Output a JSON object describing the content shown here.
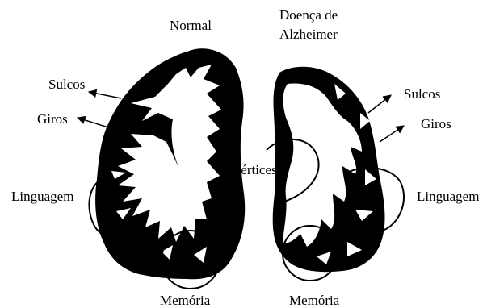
{
  "labels": {
    "normal": "Normal",
    "alzheimer_line1": "Doença de",
    "alzheimer_line2": "Alzheimer",
    "sulcos_left": "Sulcos",
    "giros_left": "Giros",
    "sulcos_right": "Sulcos",
    "giros_right": "Giros",
    "vertices": "Vértices",
    "linguagem_left": "Linguagem",
    "linguagem_right": "Linguagem",
    "memoria_left": "Memória",
    "memoria_right": "Memória"
  },
  "colors": {
    "ink": "#000000",
    "paper": "#ffffff"
  }
}
